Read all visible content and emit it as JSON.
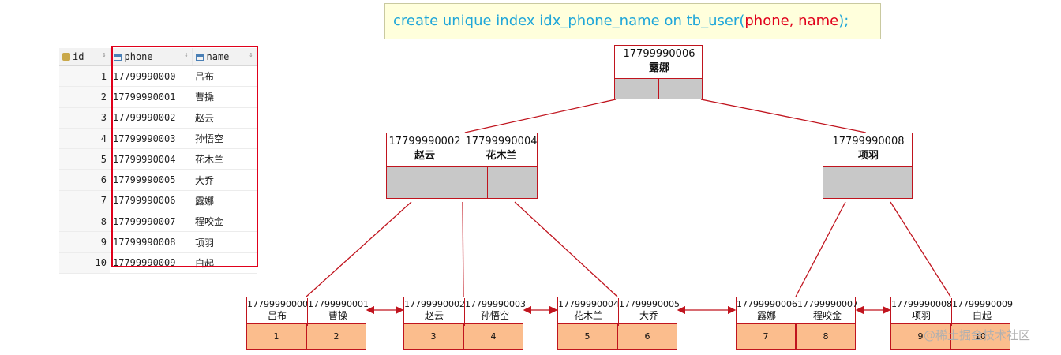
{
  "sql": {
    "prefix": "create unique index idx_phone_name on tb_user(",
    "col1": "phone",
    "sep": ", ",
    "col2": "name",
    "suffix": ");"
  },
  "table": {
    "headers": [
      "id",
      "phone",
      "name"
    ],
    "rows": [
      {
        "id": "1",
        "phone": "17799990000",
        "name": "吕布"
      },
      {
        "id": "2",
        "phone": "17799990001",
        "name": "曹操"
      },
      {
        "id": "3",
        "phone": "17799990002",
        "name": "赵云"
      },
      {
        "id": "4",
        "phone": "17799990003",
        "name": "孙悟空"
      },
      {
        "id": "5",
        "phone": "17799990004",
        "name": "花木兰"
      },
      {
        "id": "6",
        "phone": "17799990005",
        "name": "大乔"
      },
      {
        "id": "7",
        "phone": "17799990006",
        "name": "露娜"
      },
      {
        "id": "8",
        "phone": "17799990007",
        "name": "程咬金"
      },
      {
        "id": "9",
        "phone": "17799990008",
        "name": "项羽"
      },
      {
        "id": "10",
        "phone": "17799990009",
        "name": "白起"
      }
    ]
  },
  "tree": {
    "root": {
      "keys": [
        {
          "phone": "17799990006",
          "name": "露娜"
        }
      ]
    },
    "inner": [
      {
        "keys": [
          {
            "phone": "17799990002",
            "name": "赵云"
          },
          {
            "phone": "17799990004",
            "name": "花木兰"
          }
        ]
      },
      {
        "keys": [
          {
            "phone": "17799990008",
            "name": "项羽"
          }
        ]
      }
    ],
    "leaves": [
      {
        "entries": [
          {
            "phone": "17799990000",
            "name": "吕布",
            "id": "1"
          },
          {
            "phone": "17799990001",
            "name": "曹操",
            "id": "2"
          }
        ]
      },
      {
        "entries": [
          {
            "phone": "17799990002",
            "name": "赵云",
            "id": "3"
          },
          {
            "phone": "17799990003",
            "name": "孙悟空",
            "id": "4"
          }
        ]
      },
      {
        "entries": [
          {
            "phone": "17799990004",
            "name": "花木兰",
            "id": "5"
          },
          {
            "phone": "17799990005",
            "name": "大乔",
            "id": "6"
          }
        ]
      },
      {
        "entries": [
          {
            "phone": "17799990006",
            "name": "露娜",
            "id": "7"
          },
          {
            "phone": "17799990007",
            "name": "程咬金",
            "id": "8"
          }
        ]
      },
      {
        "entries": [
          {
            "phone": "17799990008",
            "name": "项羽",
            "id": "9"
          },
          {
            "phone": "17799990009",
            "name": "白起",
            "id": "10"
          }
        ]
      }
    ]
  },
  "watermark": "@稀土掘金技术社区",
  "colors": {
    "line": "#c0141e",
    "pointer": "#c8c8c8",
    "leaf_value": "#fbbd8d",
    "sql_text": "#1fa6d9",
    "sql_highlight": "#e0001b"
  }
}
